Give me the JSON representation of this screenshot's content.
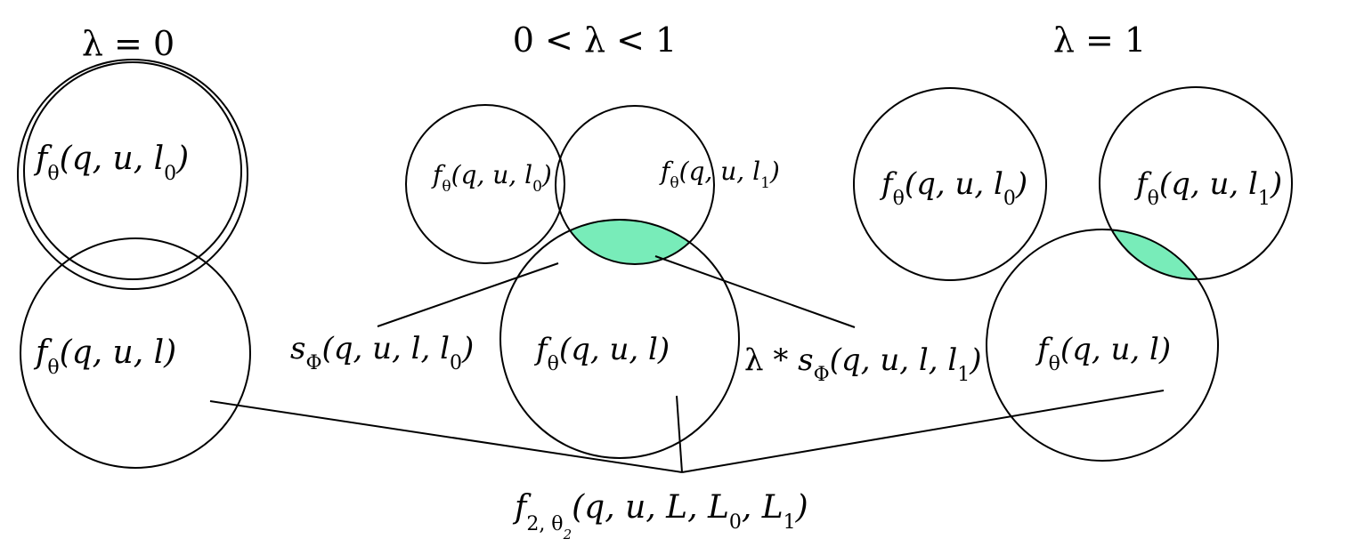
{
  "panels": {
    "left": {
      "heading": "λ = 0",
      "top_label": {
        "head": "f",
        "sub": "θ",
        "args": "(q, u, l",
        "sub2": "0",
        "close": ")"
      },
      "bottom_label": {
        "head": "f",
        "sub": "θ",
        "args": "(q, u, l)"
      }
    },
    "middle": {
      "heading": "0 < λ < 1",
      "left_label": {
        "head": "f",
        "sub": "θ",
        "args": "(q, u, l",
        "sub2": "0",
        "close": ")"
      },
      "right_label": {
        "head": "f",
        "sub": "θ",
        "args": "(q, u, l",
        "sub2": "1",
        "close": ")"
      },
      "bottom_label": {
        "head": "f",
        "sub": "θ",
        "args": "(q, u, l)"
      }
    },
    "right": {
      "heading": "λ = 1",
      "left_label": {
        "head": "f",
        "sub": "θ",
        "args": "(q, u, l",
        "sub2": "0",
        "close": ")"
      },
      "right_label": {
        "head": "f",
        "sub": "θ",
        "args": "(q, u, l",
        "sub2": "1",
        "close": ")"
      },
      "bottom_label": {
        "head": "f",
        "sub": "θ",
        "args": "(q, u, l)"
      }
    }
  },
  "annotations": {
    "s0": {
      "head": "s",
      "sub": "Φ",
      "args": "(q, u, l, l",
      "sub2": "0",
      "close": ")"
    },
    "s1": {
      "prefix": "λ * ",
      "head": "s",
      "sub": "Φ",
      "args": "(q, u, l, l",
      "sub2": "1",
      "close": ")"
    },
    "combined": {
      "head": "f",
      "sub_a": "2, θ",
      "sub_b": "2",
      "args": "(q,  u,  L,  L",
      "sub2": "0",
      "mid": ",  L",
      "sub3": "1",
      "close": ")"
    }
  },
  "colors": {
    "overlap_l0": "#D4B98C",
    "overlap_l1": "#78ECB9",
    "stroke": "#000000",
    "background": "#FFFFFF"
  }
}
